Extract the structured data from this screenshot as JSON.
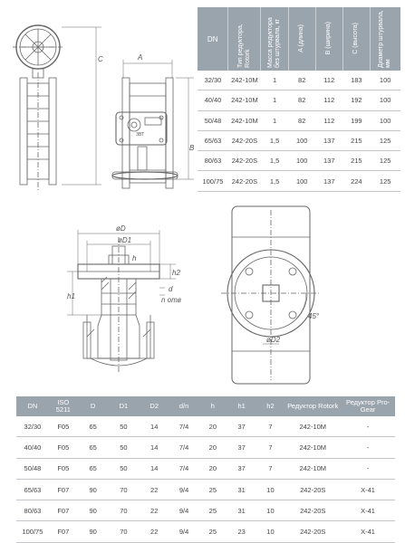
{
  "labels": {
    "A": "A",
    "B": "B",
    "C": "C",
    "D": "øD",
    "D1": "øD1",
    "h": "h",
    "h1": "h1",
    "h2": "h2",
    "d": "d",
    "n_otv": "n отв",
    "D2": "øD2",
    "angle": "45°",
    "plate": "ЗВТ"
  },
  "top_table": {
    "headers": [
      "DN",
      "Тип редуктора, Rotork",
      "Масса редуктора без штурвала, кг",
      "A (длина)",
      "B (ширина)",
      "C (высота)",
      "Диаметр штурвала, мм"
    ],
    "rows": [
      [
        "32/30",
        "242-10M",
        "1",
        "82",
        "112",
        "183",
        "100"
      ],
      [
        "40/40",
        "242-10M",
        "1",
        "82",
        "112",
        "192",
        "100"
      ],
      [
        "50/48",
        "242-10M",
        "1",
        "82",
        "112",
        "199",
        "100"
      ],
      [
        "65/63",
        "242-20S",
        "1,5",
        "100",
        "137",
        "215",
        "125"
      ],
      [
        "80/63",
        "242-20S",
        "1,5",
        "100",
        "137",
        "215",
        "125"
      ],
      [
        "100/75",
        "242-20S",
        "1,5",
        "100",
        "137",
        "224",
        "125"
      ]
    ]
  },
  "bottom_table": {
    "headers": [
      "DN",
      "ISO 5211",
      "D",
      "D1",
      "D2",
      "d/n",
      "h",
      "h1",
      "h2",
      "Редуктор Rotork",
      "Редуктор Pro-Gear"
    ],
    "rows": [
      [
        "32/30",
        "F05",
        "65",
        "50",
        "14",
        "7/4",
        "20",
        "37",
        "7",
        "242-10M",
        "-"
      ],
      [
        "40/40",
        "F05",
        "65",
        "50",
        "14",
        "7/4",
        "20",
        "37",
        "7",
        "242-10M",
        "-"
      ],
      [
        "50/48",
        "F05",
        "65",
        "50",
        "14",
        "7/4",
        "20",
        "37",
        "7",
        "242-10M",
        "-"
      ],
      [
        "65/63",
        "F07",
        "90",
        "70",
        "22",
        "9/4",
        "25",
        "31",
        "10",
        "242-20S",
        "X-41"
      ],
      [
        "80/63",
        "F07",
        "90",
        "70",
        "22",
        "9/4",
        "25",
        "31",
        "10",
        "242-20S",
        "X-41"
      ],
      [
        "100/75",
        "F07",
        "90",
        "70",
        "22",
        "9/4",
        "25",
        "23",
        "10",
        "242-20S",
        "X-41"
      ]
    ]
  }
}
